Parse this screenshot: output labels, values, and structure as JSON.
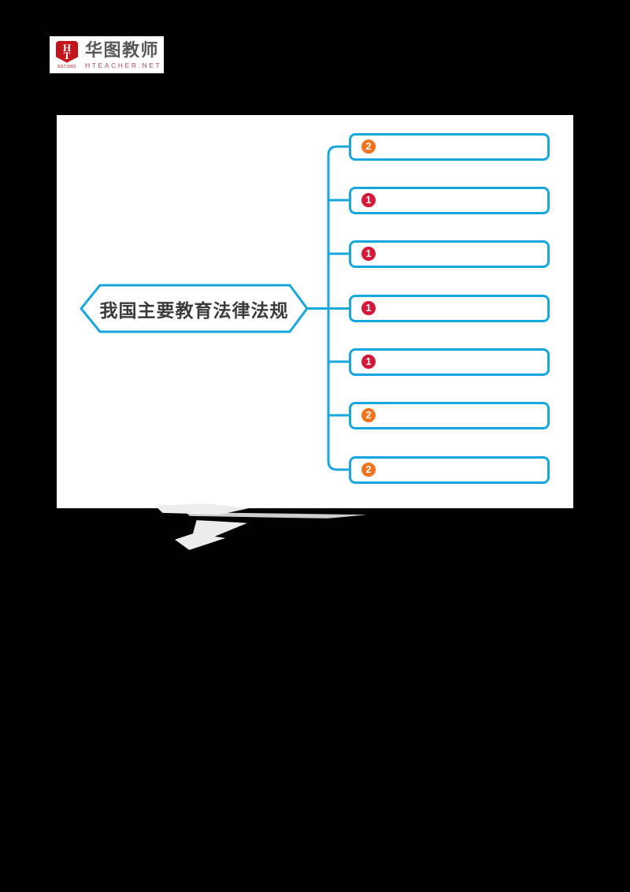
{
  "page": {
    "background": "#000000",
    "panel_background": "#ffffff"
  },
  "logo": {
    "shield_monogram": "HT",
    "shield_color": "#c3161c",
    "est_label": "EST.2001",
    "brand_cn": "华图教师",
    "brand_en": "HTEACHER.NET"
  },
  "mindmap": {
    "accent_color": "#18a7dd",
    "root": {
      "label": "我国主要教育法律法规"
    },
    "branches": [
      {
        "badge": "2",
        "badge_color": "#f4731d"
      },
      {
        "badge": "1",
        "badge_color": "#d5173a"
      },
      {
        "badge": "1",
        "badge_color": "#d5173a"
      },
      {
        "badge": "1",
        "badge_color": "#d5173a"
      },
      {
        "badge": "1",
        "badge_color": "#d5173a"
      },
      {
        "badge": "2",
        "badge_color": "#f4731d"
      },
      {
        "badge": "2",
        "badge_color": "#f4731d"
      }
    ]
  }
}
